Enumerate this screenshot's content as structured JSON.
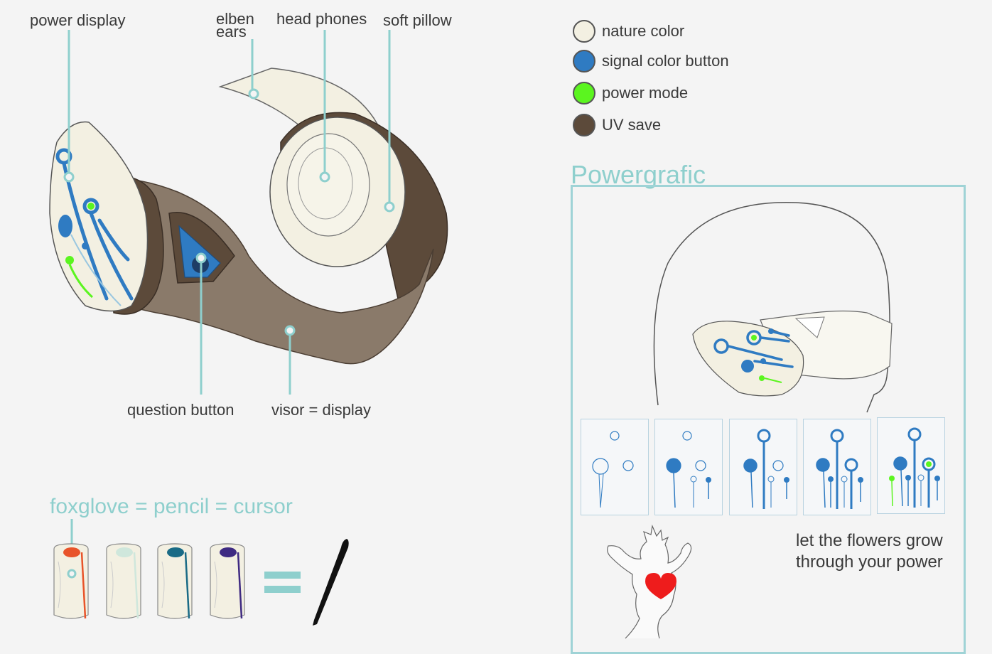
{
  "device_labels": {
    "power_display": "power display",
    "elben_ears_line1": "elben",
    "elben_ears_line2": "ears",
    "head_phones": "head phones",
    "soft_pillow": "soft pillow",
    "question_button": "question button",
    "visor_display": "visor = display"
  },
  "legend": [
    {
      "label": "nature color",
      "color": "#f3f0e2"
    },
    {
      "label": "signal color button",
      "color": "#2f7bc2"
    },
    {
      "label": "power mode",
      "color": "#5bf51f"
    },
    {
      "label": "UV save",
      "color": "#5c4a3a"
    }
  ],
  "powergrafic": {
    "title": "Powergrafic",
    "tagline_line1": "let the flowers grow",
    "tagline_line2": "through your power"
  },
  "foxglove": {
    "title": "foxglove = pencil = cursor",
    "cap_colors": [
      "#e8542a",
      "#cfe7dc",
      "#1a6b86",
      "#3e2a82"
    ]
  },
  "colors": {
    "teal_accent": "#8ecfcd",
    "signal_blue": "#2f7bc2",
    "visor_brown": "#8a7a6a",
    "frame_brown": "#5c4a3a",
    "heart_red": "#ee1c1c"
  }
}
